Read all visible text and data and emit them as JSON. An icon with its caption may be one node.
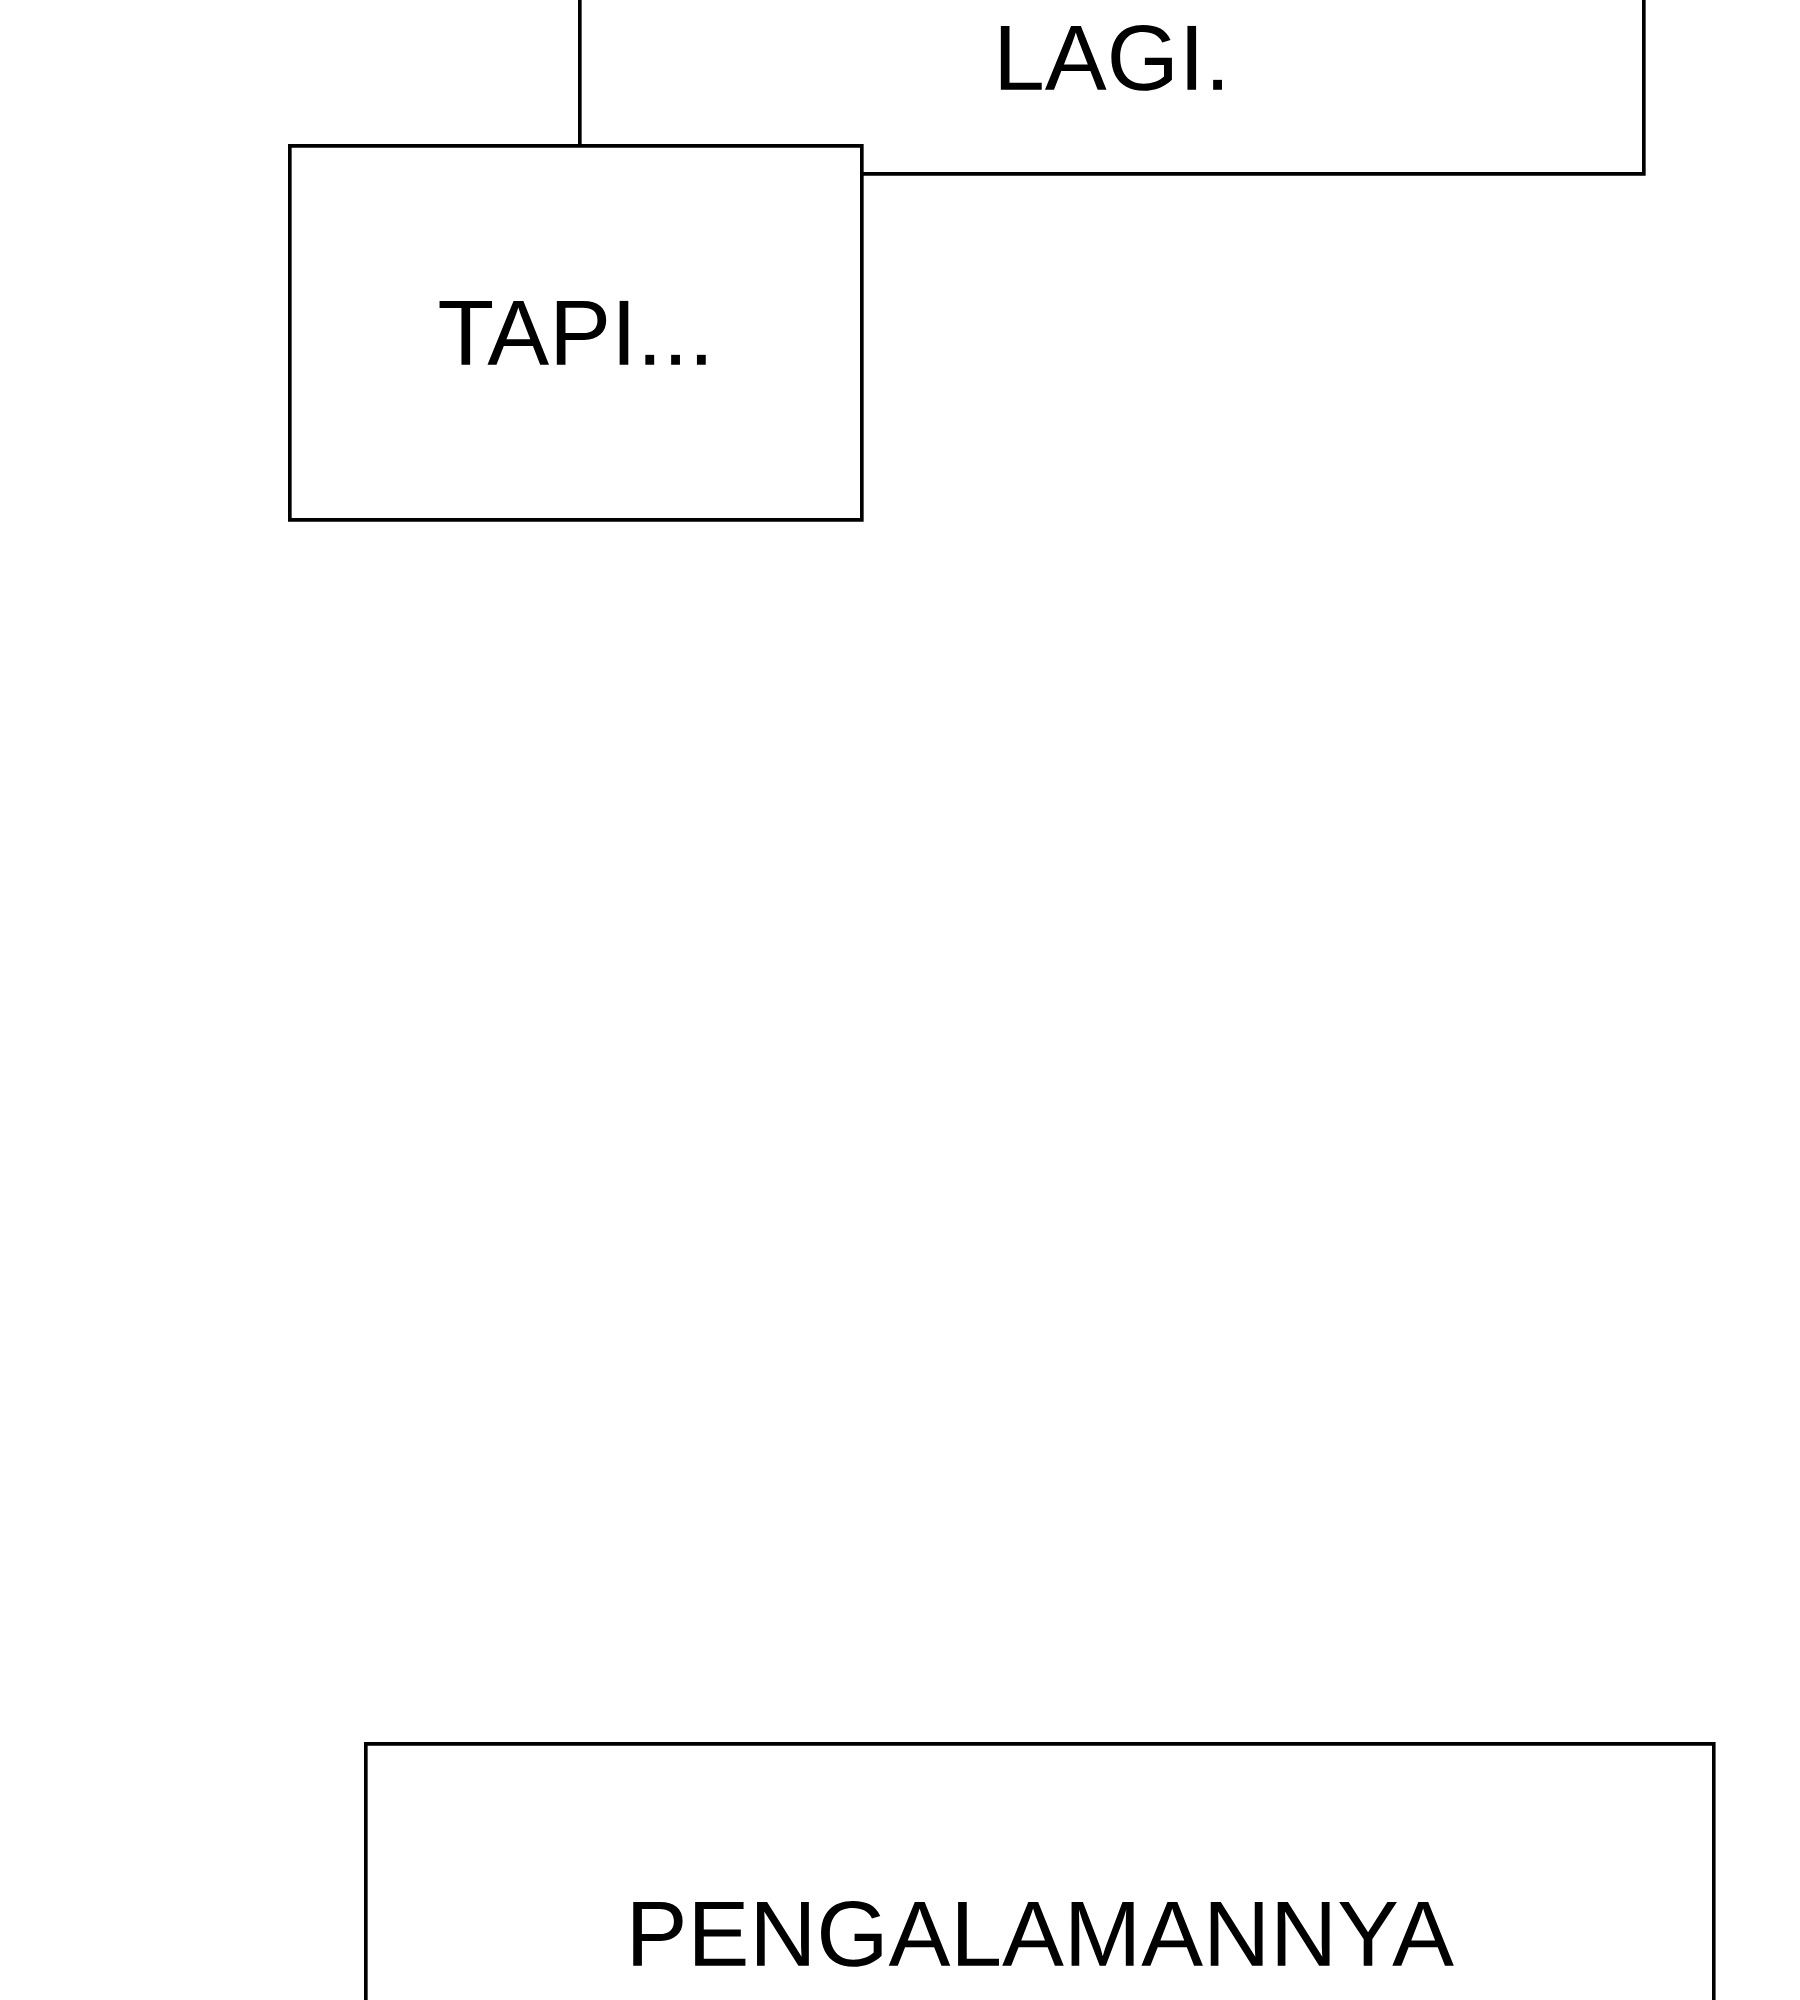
{
  "diagram": {
    "nodes": [
      {
        "text": [
          "LAGI."
        ]
      },
      {
        "text": [
          "TAPI..."
        ]
      },
      {
        "text": [
          "PENGALAMANNYA"
        ]
      }
    ]
  }
}
